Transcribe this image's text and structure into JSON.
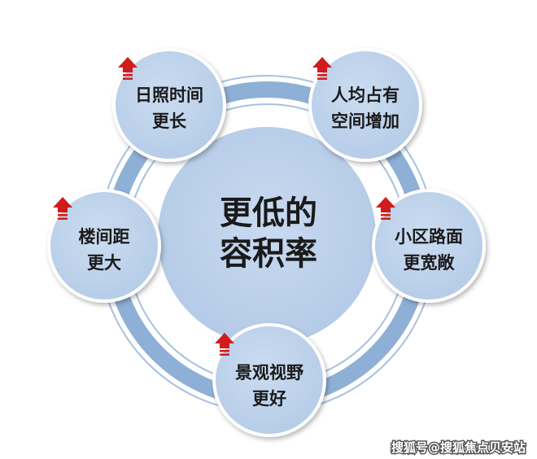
{
  "center": {
    "line1": "更低的",
    "line2": "容积率"
  },
  "nodes": [
    {
      "id": "sunlight",
      "line1": "日照时间",
      "line2": "更长"
    },
    {
      "id": "space",
      "line1": "人均占有",
      "line2": "空间增加"
    },
    {
      "id": "road",
      "line1": "小区路面",
      "line2": "更宽敞"
    },
    {
      "id": "view",
      "line1": "景观视野",
      "line2": "更好"
    },
    {
      "id": "spacing",
      "line1": "楼间距",
      "line2": "更大"
    }
  ],
  "watermark": "搜狐号@搜狐焦点贝安站",
  "colors": {
    "ring": "#8fb0d6",
    "ring_outline": "#5d86b8",
    "node_fill": "#bcd2ec",
    "node_stroke": "#ffffff",
    "center_fill": "#bcd2ec",
    "arrow": "#d01c1c"
  }
}
